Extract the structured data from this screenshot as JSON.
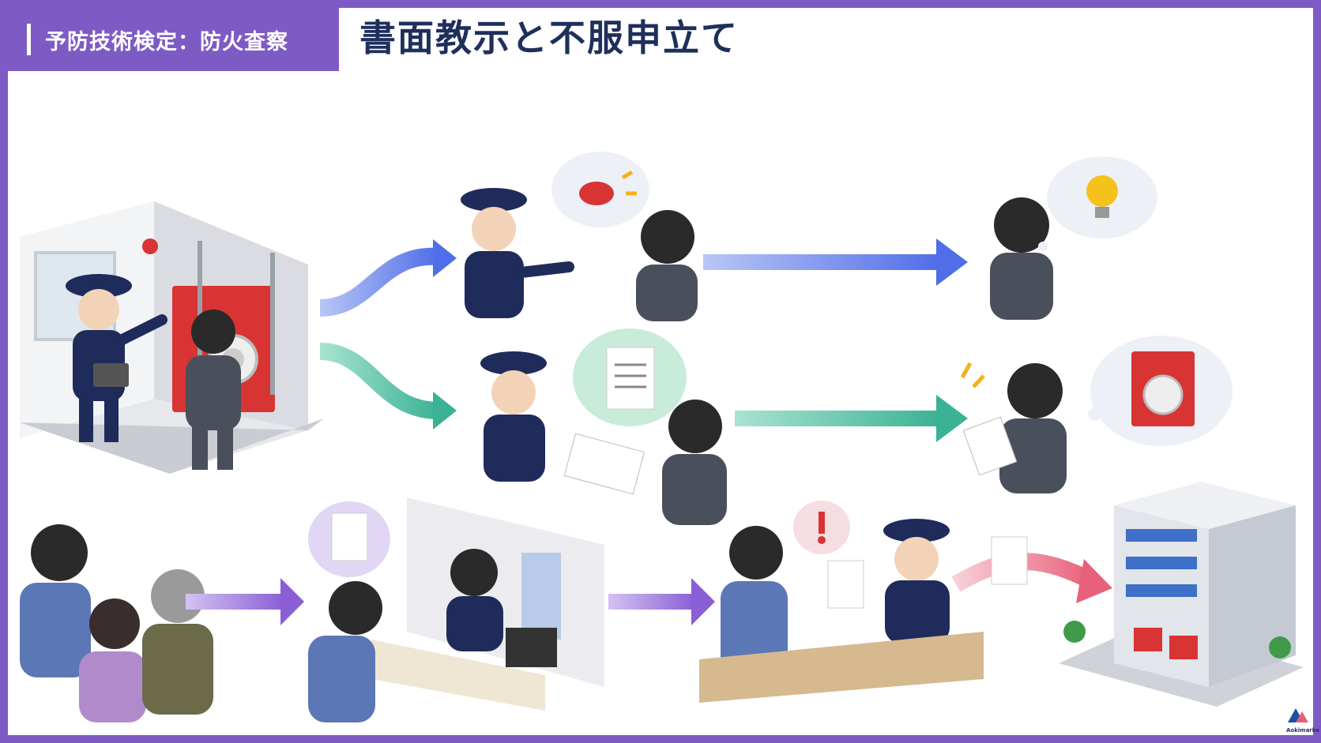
{
  "header": {
    "category_badge": "予防技術検定：防火査察",
    "title": "書面教示と不服申立て"
  },
  "logo": {
    "text": "Aokimarke"
  },
  "colors": {
    "frame": "#7e5bc4",
    "title": "#1f2f5c",
    "arrow_blue": "#4f6ee8",
    "arrow_green": "#3bb293",
    "arrow_purple": "#8a5fd6",
    "arrow_pink": "#e8607a",
    "uniform_navy": "#1f2b5a",
    "suit_gray": "#4a4f5c",
    "hydrant_red": "#d93434"
  },
  "icons": [
    "inspection-room-icon",
    "mouth-speech-icon",
    "lightbulb-icon",
    "document-icon",
    "alert-icon",
    "fire-station-icon",
    "hose-cabinet-icon"
  ]
}
